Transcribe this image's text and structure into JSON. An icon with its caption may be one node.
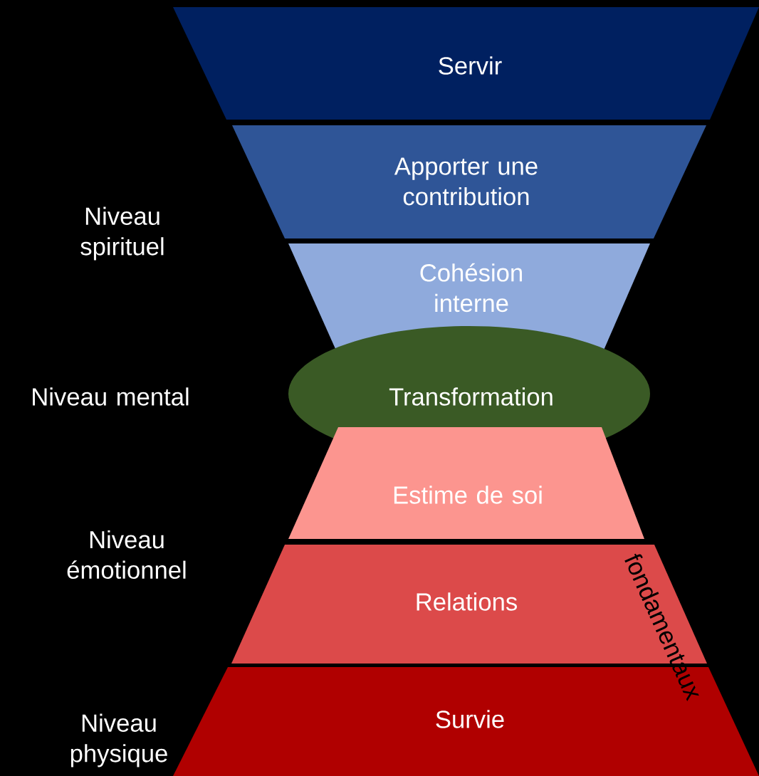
{
  "diagram": {
    "nodes": [
      {
        "text": [
          "Servir"
        ]
      },
      {
        "text": [
          "Apporter une contribution"
        ]
      },
      {
        "text": [
          "Cohésion interne"
        ]
      },
      {
        "text": [
          "Transformation"
        ]
      },
      {
        "text": [
          "Estime de soi"
        ]
      },
      {
        "text": [
          "Relations"
        ]
      },
      {
        "text": [
          "Survie"
        ]
      }
    ],
    "labels": [
      "Niveau spirituel",
      "Niveau mental",
      "Niveau émotionnel",
      "fondamentaux",
      "Niveau physique"
    ]
  }
}
